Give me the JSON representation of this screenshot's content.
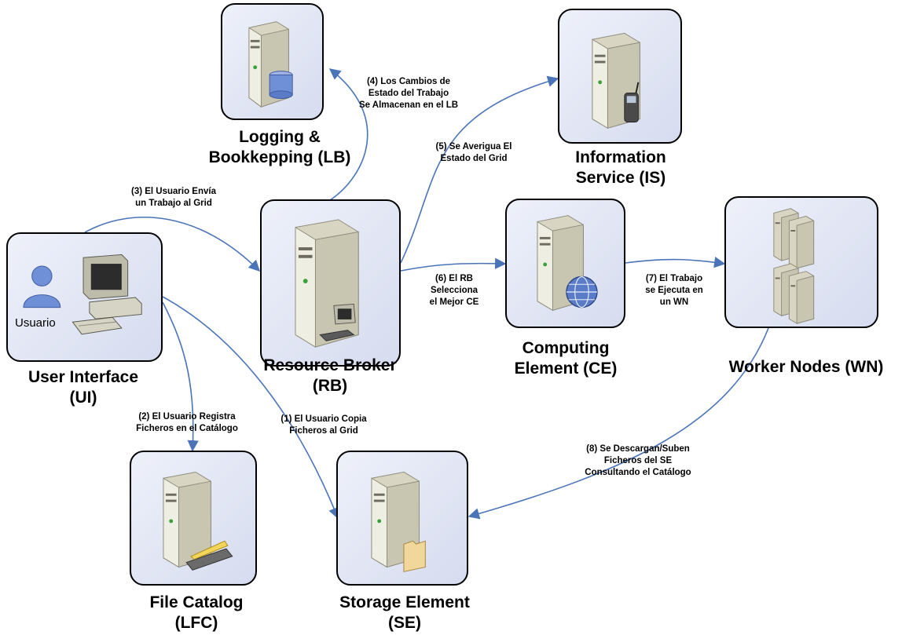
{
  "nodes": {
    "ui": {
      "title": "User Interface\n(UI)",
      "user_label": "Usuario"
    },
    "lb": {
      "title": "Logging &\nBookkepping (LB)"
    },
    "is": {
      "title": "Information\nService (IS)"
    },
    "rb": {
      "title": "Resource Broker\n(RB)"
    },
    "ce": {
      "title": "Computing\nElement (CE)"
    },
    "wn": {
      "title": "Worker Nodes (WN)"
    },
    "lfc": {
      "title": "File Catalog\n(LFC)"
    },
    "se": {
      "title": "Storage Element\n(SE)"
    }
  },
  "steps": {
    "s1": "(1) El  Usuario Copia\nFicheros al Grid",
    "s2": "(2) El Usuario Registra\nFicheros en el Catálogo",
    "s3": "(3) El  Usuario Envía\nun Trabajo al Grid",
    "s4": "(4) Los Cambios de\nEstado del Trabajo\nSe Almacenan en el LB",
    "s5": "(5) Se Averigua El\nEstado del Grid",
    "s6": "(6) El RB\nSelecciona\nel Mejor CE",
    "s7": "(7) El Trabajo\nse Ejecuta en\nun WN",
    "s8": "(8) Se Descargan/Suben\nFicheros del SE\nConsultando el Catálogo"
  },
  "colors": {
    "arrow": "#4a74b8",
    "node_fill": "#dfe4f3",
    "server_body": "#e8e6d5"
  }
}
